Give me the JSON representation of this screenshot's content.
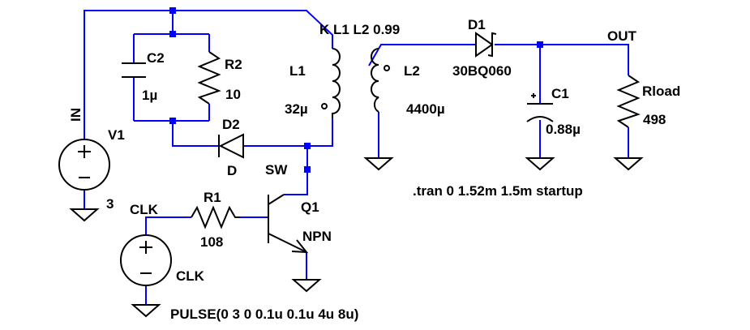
{
  "labels": {
    "coupling": "K L1 L2 0.99",
    "d1_ref": "D1",
    "d1_model": "30BQ060",
    "out_net": "OUT",
    "c2_ref": "C2",
    "c2_value": "1µ",
    "r2_ref": "R2",
    "r2_value": "10",
    "l1_ref": "L1",
    "l1_value": "32µ",
    "l2_ref": "L2",
    "l2_value": "4400µ",
    "c1_ref": "C1",
    "c1_value": "0.88µ",
    "rload_ref": "Rload",
    "rload_value": "498",
    "in_net": "IN",
    "v1_ref": "V1",
    "v1_value": "3",
    "d2_ref": "D2",
    "d2_model": "D",
    "sw_net": "SW",
    "clk_net": "CLK",
    "r1_ref": "R1",
    "r1_value": "108",
    "q1_ref": "Q1",
    "q1_model": "NPN",
    "clk_source_ref": "CLK",
    "clk_source_value": "PULSE(0 3 0 0.1u 0.1u 4u 8u)",
    "sim_directive": ".tran 0 1.52m 1.5m startup"
  },
  "colors": {
    "wire": "#0000ff",
    "component": "#000000",
    "text": "#000000",
    "background": "#ffffff"
  }
}
